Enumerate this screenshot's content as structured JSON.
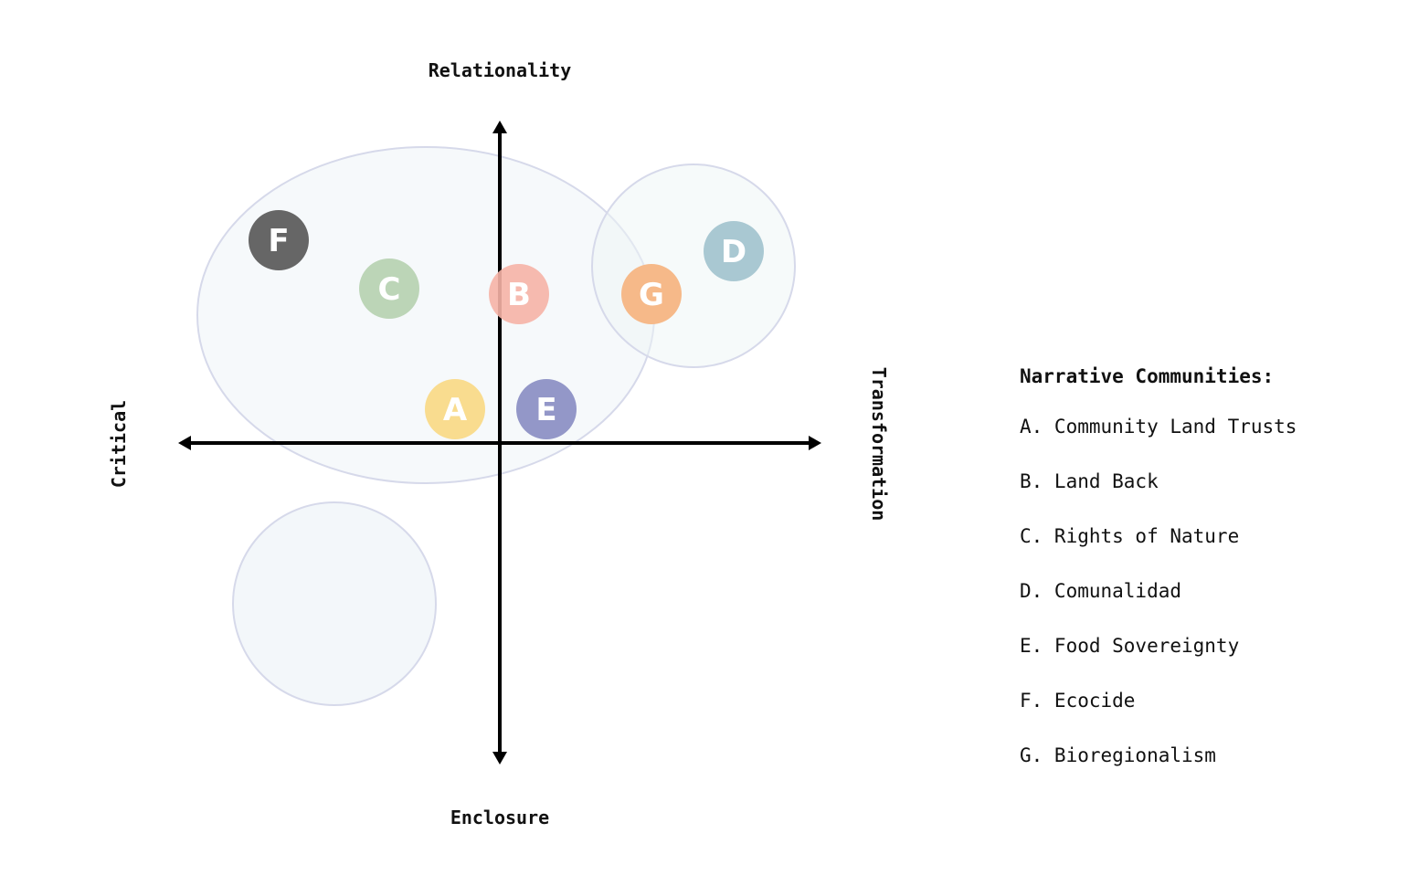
{
  "axes": {
    "top": "Relationality",
    "bottom": "Enclosure",
    "left": "Critical",
    "right": "Transformation"
  },
  "communities": [
    {
      "letter": "A",
      "name": "Community Land Trusts",
      "color": "#f9dc8f"
    },
    {
      "letter": "B",
      "name": "Land Back",
      "color": "#f6b2a6"
    },
    {
      "letter": "C",
      "name": "Rights of Nature",
      "color": "#bcd5b7"
    },
    {
      "letter": "D",
      "name": "Comunalidad",
      "color": "#a9c8d2"
    },
    {
      "letter": "E",
      "name": "Food Sovereignty",
      "color": "#9397c8"
    },
    {
      "letter": "F",
      "name": "Ecocide",
      "color": "#666666"
    },
    {
      "letter": "G",
      "name": "Bioregionalism",
      "color": "#f6b989"
    }
  ],
  "legend": {
    "title": "Narrative Communities:",
    "items": [
      "A. Community Land Trusts",
      "B. Land Back",
      "C. Rights of Nature",
      "D. Comunalidad",
      "E. Food Sovereignty",
      "F. Ecocide",
      "G. Bioregionalism"
    ]
  }
}
